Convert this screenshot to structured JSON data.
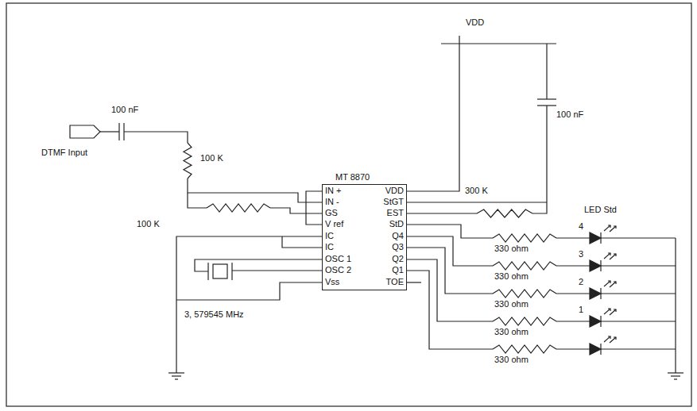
{
  "diagram": {
    "nodes": [
      {
        "text": [
          "MT 8870"
        ]
      }
    ],
    "labels": [
      "DTMF Input",
      "100 nF",
      "100 K",
      "VDD",
      "100 nF",
      "300 K",
      "LED Std",
      "100 K",
      "3, 579545 MHz",
      "330 ohm",
      "330 ohm",
      "330 ohm",
      "330 ohm",
      "330 ohm",
      "4",
      "3",
      "2",
      "1",
      "IN +",
      "IN -",
      "GS",
      "V ref",
      "IC",
      "IC",
      "OSC 1",
      "OSC 2",
      "Vss",
      "VDD",
      "StGT",
      "EST",
      "StD",
      "Q4",
      "Q3",
      "Q2",
      "Q1",
      "TOE"
    ]
  }
}
